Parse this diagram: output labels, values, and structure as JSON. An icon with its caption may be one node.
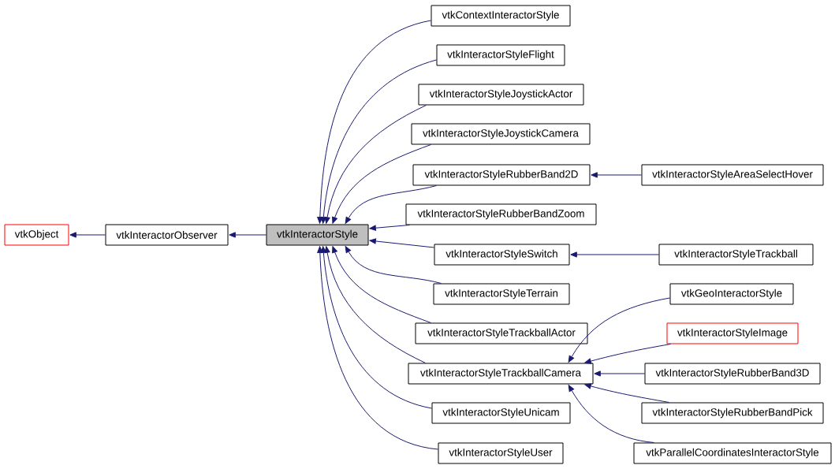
{
  "diagram": {
    "nodes": [
      {
        "text": [
          "vtkObject"
        ]
      },
      {
        "text": [
          "vtkInteractorObserver"
        ]
      },
      {
        "text": [
          "vtkInteractorStyle"
        ]
      },
      {
        "text": [
          "vtkContextInteractorStyle"
        ]
      },
      {
        "text": [
          "vtkInteractorStyleFlight"
        ]
      },
      {
        "text": [
          "vtkInteractorStyleJoystickActor"
        ]
      },
      {
        "text": [
          "vtkInteractorStyleJoystickCamera"
        ]
      },
      {
        "text": [
          "vtkInteractorStyleRubberBand2D"
        ]
      },
      {
        "text": [
          "vtkInteractorStyleRubberBandZoom"
        ]
      },
      {
        "text": [
          "vtkInteractorStyleSwitch"
        ]
      },
      {
        "text": [
          "vtkInteractorStyleTerrain"
        ]
      },
      {
        "text": [
          "vtkInteractorStyleTrackballActor"
        ]
      },
      {
        "text": [
          "vtkInteractorStyleTrackballCamera"
        ]
      },
      {
        "text": [
          "vtkInteractorStyleUnicam"
        ]
      },
      {
        "text": [
          "vtkInteractorStyleUser"
        ]
      },
      {
        "text": [
          "vtkInteractorStyleAreaSelectHover"
        ]
      },
      {
        "text": [
          "vtkInteractorStyleTrackball"
        ]
      },
      {
        "text": [
          "vtkGeoInteractorStyle"
        ]
      },
      {
        "text": [
          "vtkInteractorStyleImage"
        ]
      },
      {
        "text": [
          "vtkInteractorStyleRubberBand3D"
        ]
      },
      {
        "text": [
          "vtkInteractorStyleRubberBandPick"
        ]
      },
      {
        "text": [
          "vtkParallelCoordinatesInteractorStyle"
        ]
      }
    ],
    "edges": [
      {
        "from": 1,
        "to": 0,
        "arrow": "to"
      },
      {
        "from": 2,
        "to": 1,
        "arrow": "to"
      },
      {
        "from": 3,
        "to": 2,
        "arrow": "to"
      },
      {
        "from": 4,
        "to": 2,
        "arrow": "to"
      },
      {
        "from": 5,
        "to": 2,
        "arrow": "to"
      },
      {
        "from": 6,
        "to": 2,
        "arrow": "to"
      },
      {
        "from": 7,
        "to": 2,
        "arrow": "to"
      },
      {
        "from": 8,
        "to": 2,
        "arrow": "to"
      },
      {
        "from": 9,
        "to": 2,
        "arrow": "to"
      },
      {
        "from": 10,
        "to": 2,
        "arrow": "to"
      },
      {
        "from": 11,
        "to": 2,
        "arrow": "to"
      },
      {
        "from": 12,
        "to": 2,
        "arrow": "to"
      },
      {
        "from": 13,
        "to": 2,
        "arrow": "to"
      },
      {
        "from": 14,
        "to": 2,
        "arrow": "to"
      },
      {
        "from": 15,
        "to": 7,
        "arrow": "to"
      },
      {
        "from": 16,
        "to": 9,
        "arrow": "to"
      },
      {
        "from": 17,
        "to": 12,
        "arrow": "to"
      },
      {
        "from": 18,
        "to": 12,
        "arrow": "to"
      },
      {
        "from": 19,
        "to": 12,
        "arrow": "to"
      },
      {
        "from": 20,
        "to": 12,
        "arrow": "to"
      },
      {
        "from": 21,
        "to": 12,
        "arrow": "to"
      }
    ]
  }
}
